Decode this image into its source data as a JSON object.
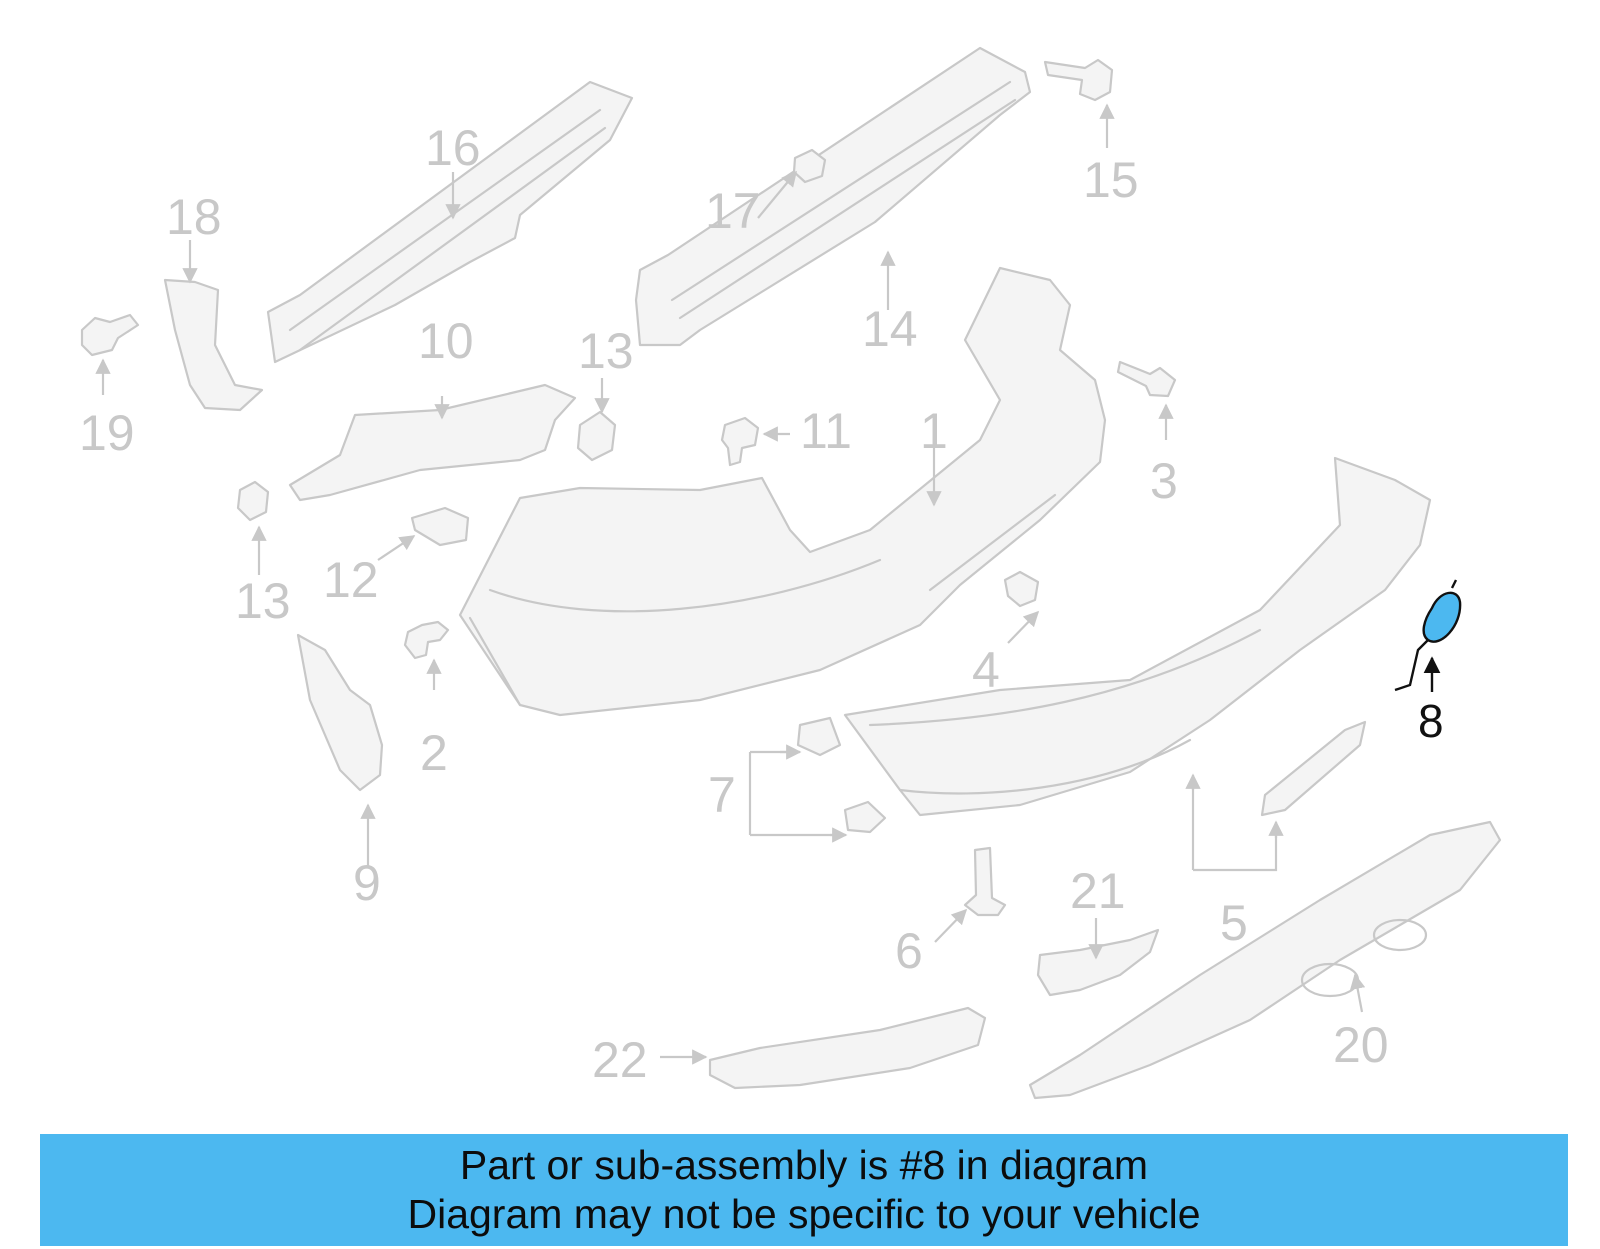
{
  "callouts": {
    "c1": "1",
    "c2": "2",
    "c3": "3",
    "c4": "4",
    "c5": "5",
    "c6": "6",
    "c7": "7",
    "c8": "8",
    "c9": "9",
    "c10": "10",
    "c11": "11",
    "c12": "12",
    "c13a": "13",
    "c13b": "13",
    "c14": "14",
    "c15": "15",
    "c16": "16",
    "c17": "17",
    "c18": "18",
    "c19": "19",
    "c20": "20",
    "c21": "21",
    "c22": "22"
  },
  "highlight": {
    "color": "#4cb8f0"
  },
  "banner": {
    "line1": "Part or sub-assembly is #8 in diagram",
    "line2": "Diagram may not be specific to your vehicle",
    "color": "#4cb8f0"
  }
}
